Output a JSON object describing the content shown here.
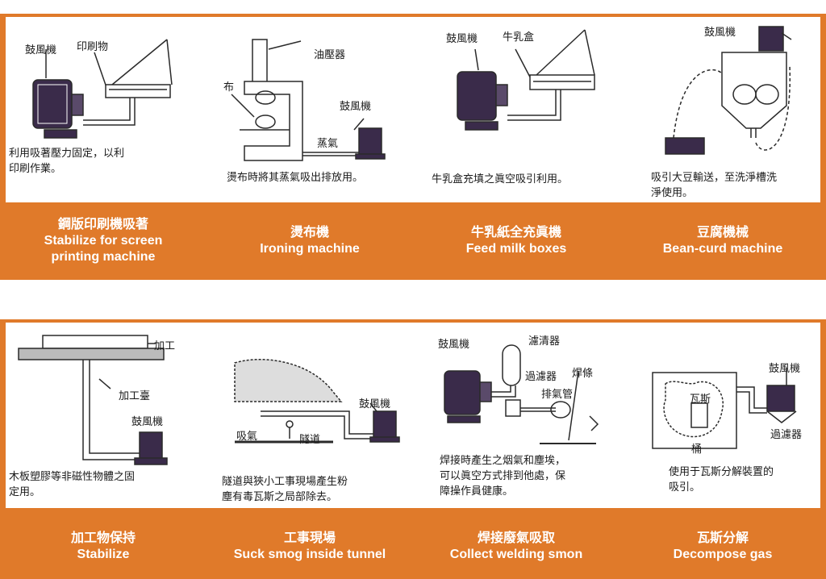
{
  "colors": {
    "accent": "#e07a2a",
    "ink": "#2a2a2a",
    "machine": "#3a2b4a"
  },
  "top_row": [
    {
      "labels": [
        "鼓風機",
        "印刷物"
      ],
      "caption": "利用吸著壓力固定，以利\n印刷作業。",
      "title_zh": "鋼版印刷機吸著",
      "title_en": "Stabilize for screen\nprinting machine"
    },
    {
      "labels": [
        "油壓器",
        "布",
        "鼓風機",
        "蒸氣"
      ],
      "caption": "燙布時將其蒸氣吸出排放用。",
      "title_zh": "燙布機",
      "title_en": "Ironing machine"
    },
    {
      "labels": [
        "鼓風機",
        "牛乳盒"
      ],
      "caption": "牛乳盒充填之眞空吸引利用。",
      "title_zh": "牛乳紙全充眞機",
      "title_en": "Feed milk boxes"
    },
    {
      "labels": [
        "鼓風機"
      ],
      "caption": "吸引大豆輸送，至洗淨槽洗\n淨使用。",
      "title_zh": "豆腐機械",
      "title_en": "Bean-curd machine"
    }
  ],
  "bottom_row": [
    {
      "labels": [
        "加工",
        "加工臺",
        "鼓風機"
      ],
      "caption": "木板塑膠等非磁性物體之固\n定用。",
      "title_zh": "加工物保持",
      "title_en": "Stabilize"
    },
    {
      "labels": [
        "鼓風機",
        "吸氣",
        "隧道"
      ],
      "caption": "隧道與狹小工事現場產生粉\n塵有毒瓦斯之局部除去。",
      "title_zh": "工事現場",
      "title_en": "Suck smog inside tunnel"
    },
    {
      "labels": [
        "鼓風機",
        "濾清器",
        "過濾器",
        "焊條",
        "排氣管"
      ],
      "caption": "焊接時產生之烟氣和塵埃，\n可以眞空方式排到他處，保\n障操作員健康。",
      "title_zh": "焊接廢氣吸取",
      "title_en": "Collect welding smon"
    },
    {
      "labels": [
        "鼓風機",
        "瓦斯",
        "過濾器",
        "桶"
      ],
      "caption": "使用于瓦斯分解裝置的\n吸引。",
      "title_zh": "瓦斯分解",
      "title_en": "Decompose gas"
    }
  ]
}
